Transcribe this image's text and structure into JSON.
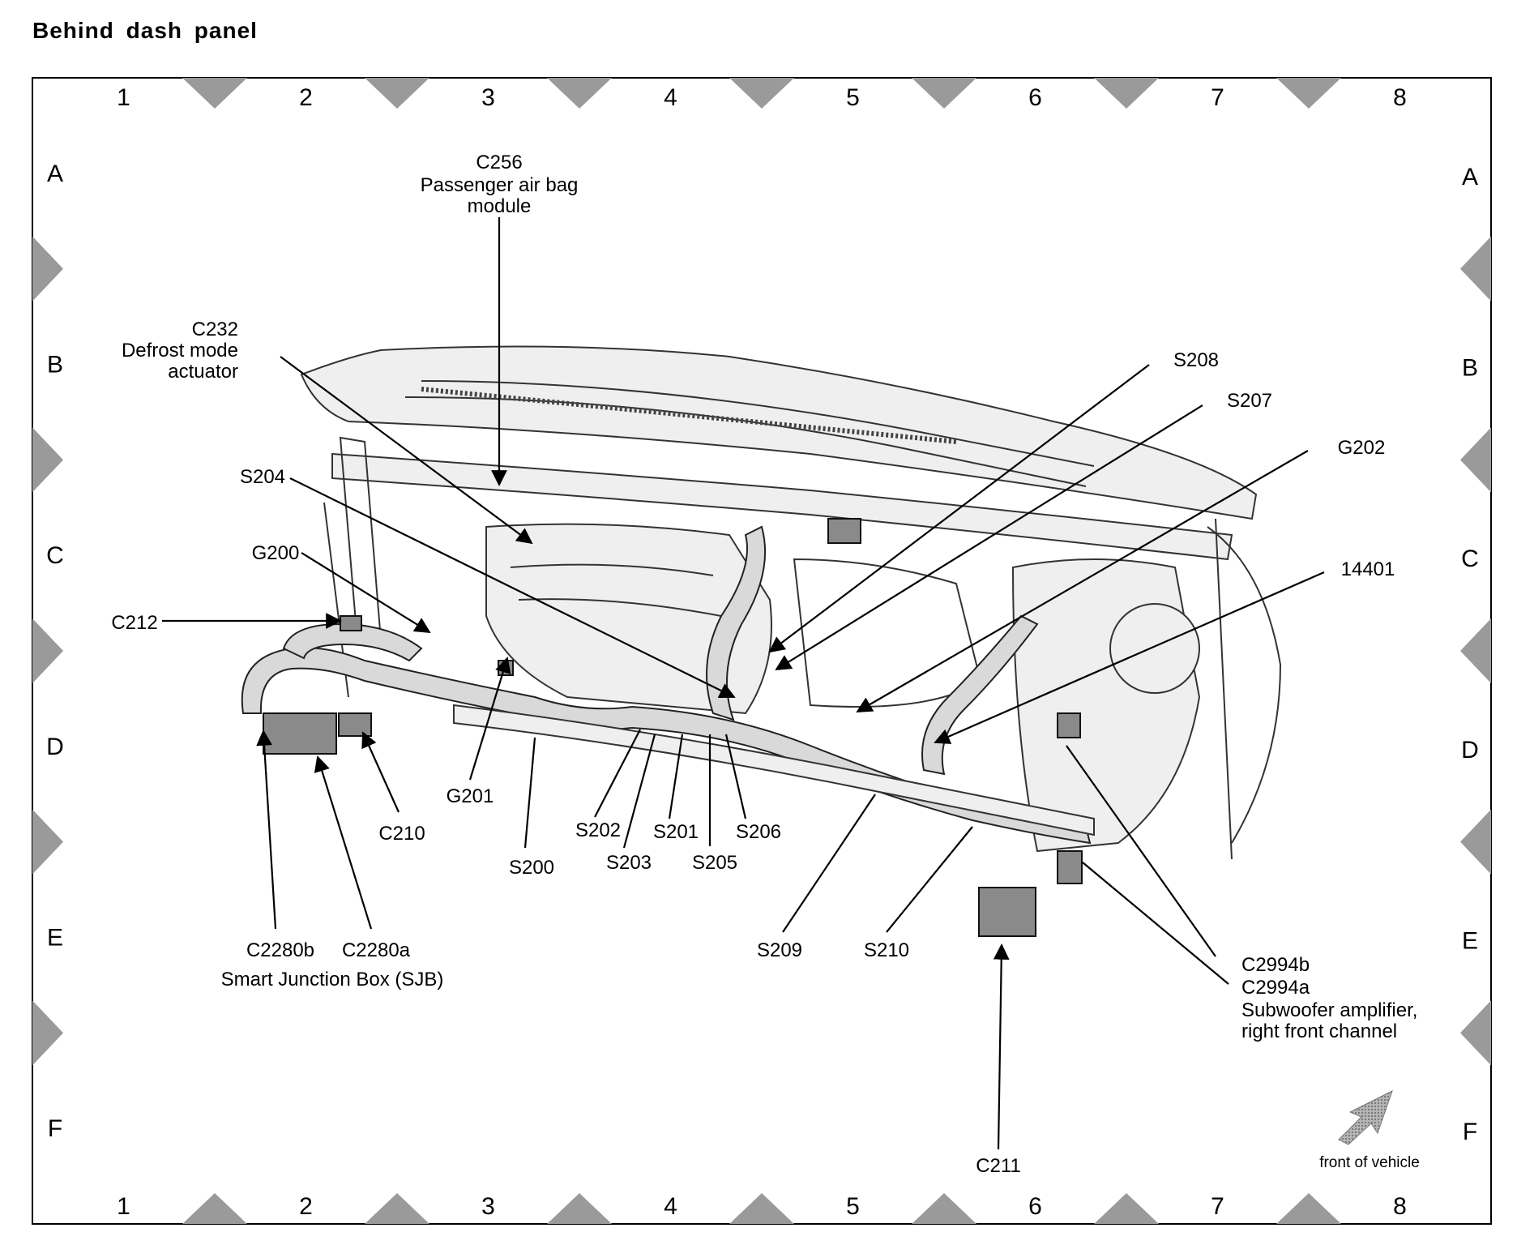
{
  "title": "Behind  dash  panel",
  "grid": {
    "columns": [
      "1",
      "2",
      "3",
      "4",
      "5",
      "6",
      "7",
      "8"
    ],
    "rows": [
      "A",
      "B",
      "C",
      "D",
      "E",
      "F"
    ]
  },
  "labels": {
    "c256": "C256",
    "c256_desc_1": "Passenger air bag",
    "c256_desc_2": "module",
    "c232": "C232",
    "c232_desc_1": "Defrost mode",
    "c232_desc_2": "actuator",
    "s208": "S208",
    "s207": "S207",
    "g202": "G202",
    "s204": "S204",
    "g200": "G200",
    "c212": "C212",
    "l14401": "14401",
    "g201": "G201",
    "c210": "C210",
    "s200": "S200",
    "s202": "S202",
    "s203": "S203",
    "s201": "S201",
    "s205": "S205",
    "s206": "S206",
    "s209": "S209",
    "s210": "S210",
    "c2280b": "C2280b",
    "c2280a": "C2280a",
    "sjb": "Smart Junction Box (SJB)",
    "c2994b": "C2994b",
    "c2994a": "C2994a",
    "sub_1": "Subwoofer amplifier,",
    "sub_2": "right front channel",
    "c211": "C211",
    "front": "front of vehicle"
  },
  "colors": {
    "frame": "#000000",
    "marker": "#9a9a9a",
    "illustration_fill": "#e6e6e6"
  }
}
